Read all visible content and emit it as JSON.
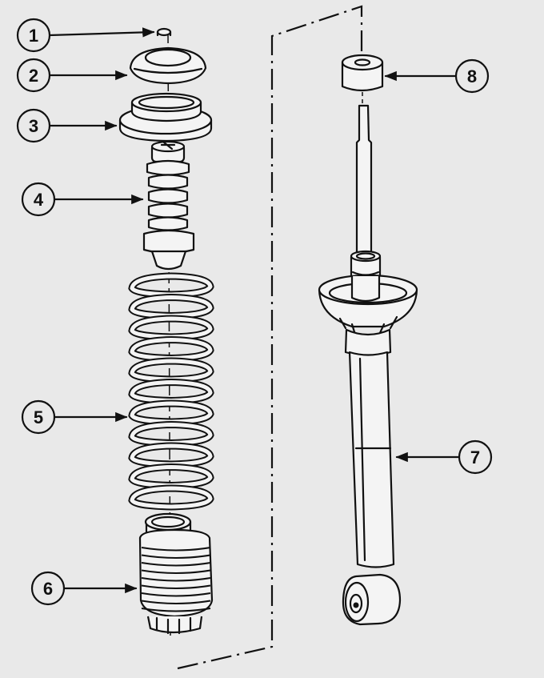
{
  "diagram": {
    "parts": [
      {
        "number": "1",
        "part": "nut"
      },
      {
        "number": "2",
        "part": "top-mount"
      },
      {
        "number": "3",
        "part": "spring-seat-upper"
      },
      {
        "number": "4",
        "part": "bump-stop"
      },
      {
        "number": "5",
        "part": "coil-spring"
      },
      {
        "number": "6",
        "part": "dust-boot"
      },
      {
        "number": "7",
        "part": "shock-absorber"
      },
      {
        "number": "8",
        "part": "bushing"
      }
    ]
  },
  "colors": {
    "background": "#e9e9e9",
    "ink": "#111111",
    "part_fill": "#f4f4f4"
  }
}
